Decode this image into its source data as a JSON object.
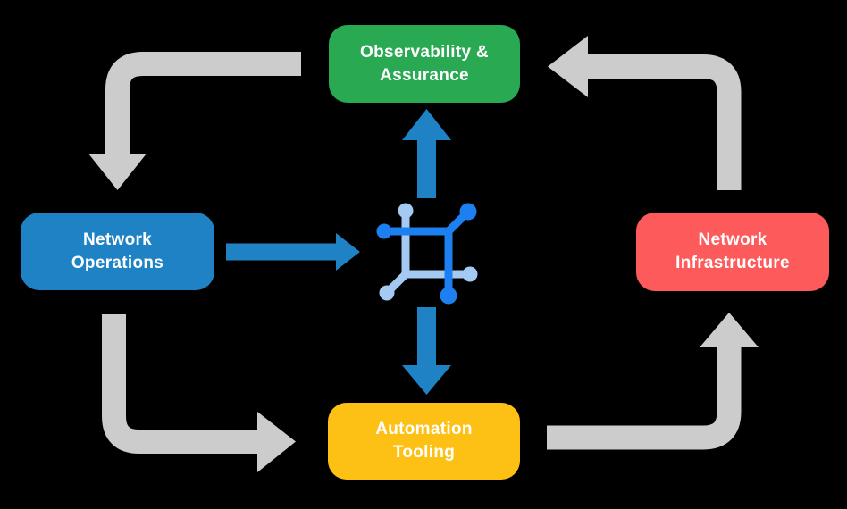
{
  "background_color": "#000000",
  "nodes": {
    "observability": {
      "line1": "Observability &",
      "line2": "Assurance",
      "color": "#28a952",
      "text_color": "#ffffff"
    },
    "operations": {
      "line1": "Network",
      "line2": "Operations",
      "color": "#1e82c5",
      "text_color": "#ffffff"
    },
    "infrastructure": {
      "line1": "Network",
      "line2": "Infrastructure",
      "color": "#fd5a5c",
      "text_color": "#ffffff"
    },
    "automation": {
      "line1": "Automation",
      "line2": "Tooling",
      "color": "#fdc116",
      "text_color": "#ffffff"
    }
  },
  "hub_icon": {
    "name": "network-hub-icon",
    "dark_color": "#1d80f0",
    "light_color": "#a4c9f3"
  },
  "arrows": {
    "cycle_color": "#cccccc",
    "hub_color": "#1e82c5",
    "edges": [
      {
        "from": "observability",
        "to": "operations",
        "style": "cycle"
      },
      {
        "from": "operations",
        "to": "automation",
        "style": "cycle"
      },
      {
        "from": "automation",
        "to": "infrastructure",
        "style": "cycle"
      },
      {
        "from": "infrastructure",
        "to": "observability",
        "style": "cycle"
      },
      {
        "from": "operations",
        "to": "hub",
        "style": "hub"
      },
      {
        "from": "hub",
        "to": "observability",
        "style": "hub"
      },
      {
        "from": "hub",
        "to": "automation",
        "style": "hub"
      }
    ]
  }
}
